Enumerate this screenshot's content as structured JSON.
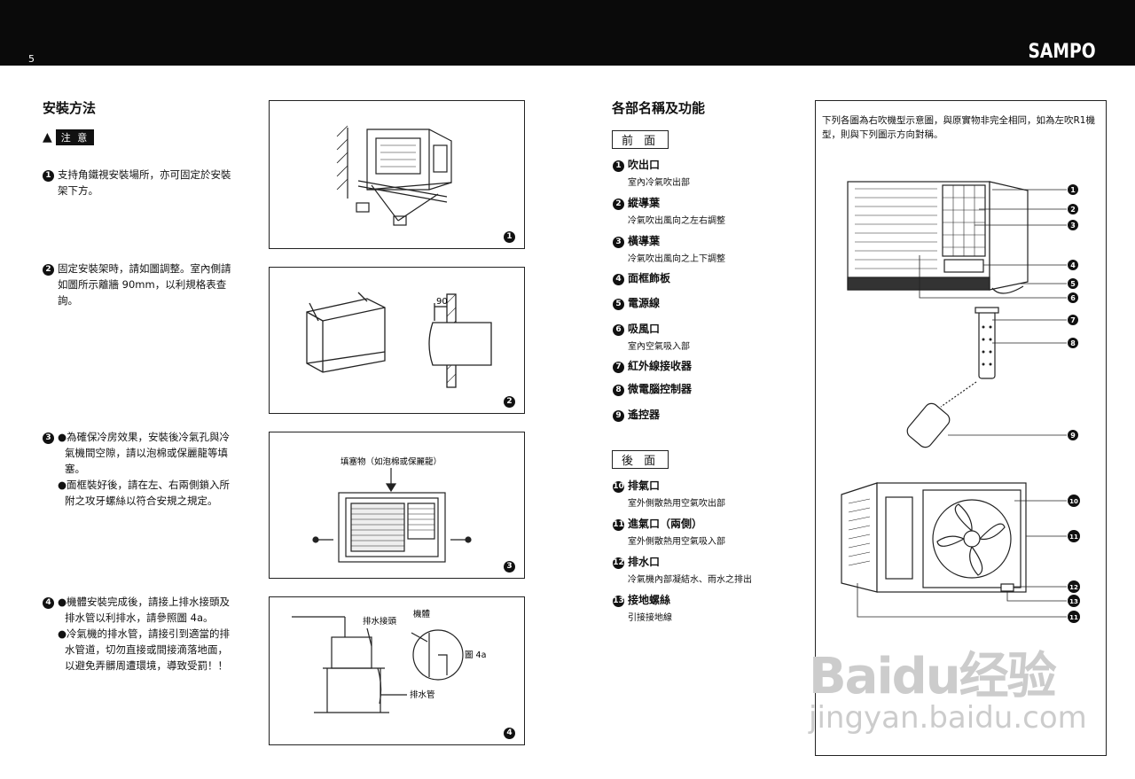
{
  "header": {
    "page_number": "5",
    "brand": "SAMPO"
  },
  "install": {
    "title": "安裝方法",
    "warning_label": "注 意",
    "steps": [
      {
        "num": "1",
        "lines": [
          "支持角鐵視安裝場所，亦可固定於安裝",
          "架下方。"
        ]
      },
      {
        "num": "2",
        "lines": [
          "固定安裝架時，請如圖調整。室內側請",
          "如圖所示離牆 90mm，以利規格表查",
          "詢。"
        ]
      },
      {
        "num": "3",
        "bullets": [
          "●為確保冷房效果，安裝後冷氣孔與冷",
          "氣機間空隙，請以泡棉或保麗龍等填",
          "塞。",
          "●面框裝好後，請在左、右兩側鎖入所",
          "附之攻牙螺絲以符合安規之規定。"
        ]
      },
      {
        "num": "4",
        "bullets": [
          "●機體安裝完成後，請接上排水接頭及",
          "排水管以利排水，請參照圖 4a。",
          "●冷氣機的排水管，請接引到適當的排",
          "水管道，切勿直接或間接滴落地面，",
          "以避免弄髒周遭環境，導致受罰！！"
        ]
      }
    ]
  },
  "figures": {
    "fig1_num": "1",
    "fig2_num": "2",
    "fig2_dim": "90",
    "fig3_num": "3",
    "fig3_label": "填塞物（如泡棉或保麗龍）",
    "fig4_num": "4",
    "fig4_labels": {
      "drain_joint": "排水接頭",
      "body": "機體",
      "fig4a": "圖 4a",
      "drain_pipe": "排水管"
    }
  },
  "parts": {
    "title": "各部名稱及功能",
    "front_label": "前 面",
    "rear_label": "後 面",
    "front": [
      {
        "num": "1",
        "name": "吹出口",
        "desc": "室內冷氣吹出部"
      },
      {
        "num": "2",
        "name": "縱導葉",
        "desc": "冷氣吹出風向之左右調整"
      },
      {
        "num": "3",
        "name": "橫導葉",
        "desc": "冷氣吹出風向之上下調整"
      },
      {
        "num": "4",
        "name": "面框飾板",
        "desc": ""
      },
      {
        "num": "5",
        "name": "電源線",
        "desc": ""
      },
      {
        "num": "6",
        "name": "吸風口",
        "desc": "室內空氣吸入部"
      },
      {
        "num": "7",
        "name": "紅外線接收器",
        "desc": ""
      },
      {
        "num": "8",
        "name": "微電腦控制器",
        "desc": ""
      },
      {
        "num": "9",
        "name": "遙控器",
        "desc": ""
      }
    ],
    "rear": [
      {
        "num": "10",
        "name": "排氣口",
        "desc": "室外側散熱用空氣吹出部"
      },
      {
        "num": "11",
        "name": "進氣口（兩側）",
        "desc": "室外側散熱用空氣吸入部"
      },
      {
        "num": "12",
        "name": "排水口",
        "desc": "冷氣機內部凝結水、雨水之排出"
      },
      {
        "num": "13",
        "name": "接地螺絲",
        "desc": "引接接地線"
      }
    ]
  },
  "diagram": {
    "note": "下列各圖為右吹機型示意圖，與原實物非完全相同，如為左吹R1機型，則與下列圖示方向對稱。",
    "front_callouts": [
      "1",
      "2",
      "3",
      "4",
      "5",
      "6",
      "7",
      "8",
      "9"
    ],
    "rear_callouts": [
      "10",
      "11",
      "12",
      "13",
      "11"
    ]
  },
  "watermark": {
    "logo": "Baidu经验",
    "url": "jingyan.baidu.com"
  }
}
